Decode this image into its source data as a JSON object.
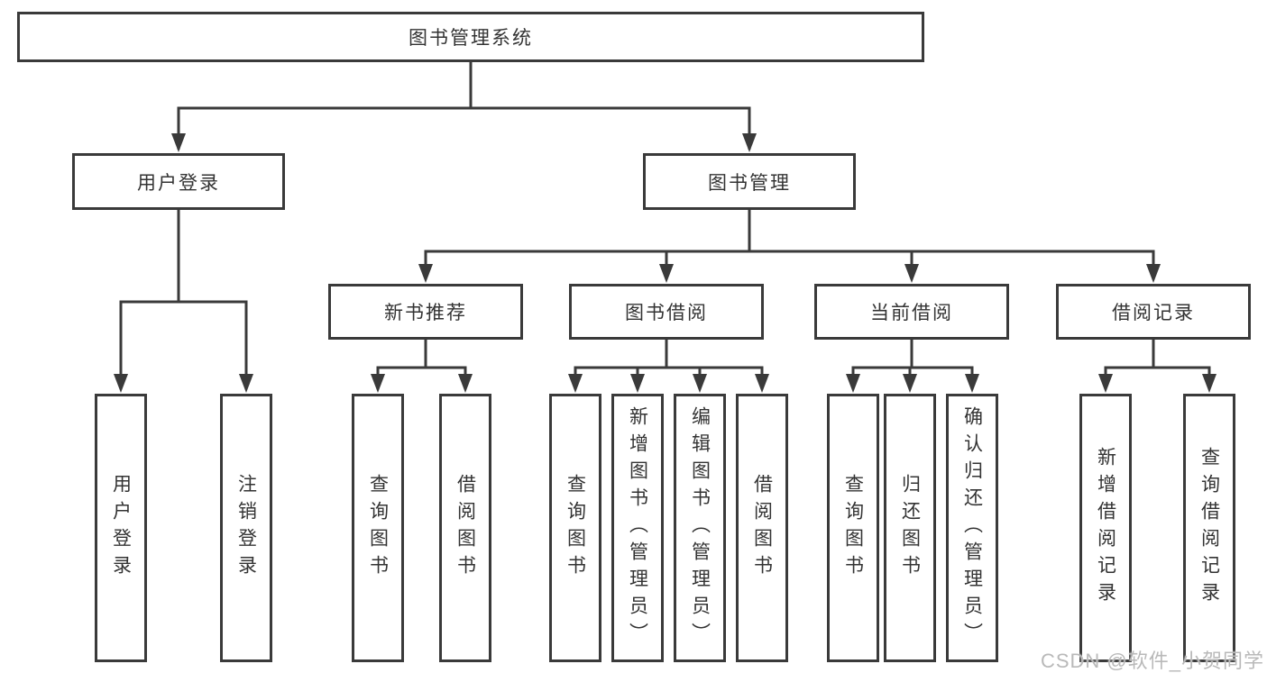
{
  "diagram": {
    "root": {
      "label": "图书管理系统"
    },
    "level2": [
      {
        "label": "用户登录"
      },
      {
        "label": "图书管理"
      }
    ],
    "level3": [
      {
        "label": "新书推荐"
      },
      {
        "label": "图书借阅"
      },
      {
        "label": "当前借阅"
      },
      {
        "label": "借阅记录"
      }
    ],
    "leaves": [
      {
        "label": "用户登录"
      },
      {
        "label": "注销登录"
      },
      {
        "label": "查询图书"
      },
      {
        "label": "借阅图书"
      },
      {
        "label": "查询图书"
      },
      {
        "label": "新增图书（管理员）"
      },
      {
        "label": "编辑图书（管理员）"
      },
      {
        "label": "借阅图书"
      },
      {
        "label": "查询图书"
      },
      {
        "label": "归还图书"
      },
      {
        "label": "确认归还（管理员）"
      },
      {
        "label": "新增借阅记录"
      },
      {
        "label": "查询借阅记录"
      }
    ]
  },
  "watermark": {
    "text": "CSDN @软件_小贺同学"
  },
  "colors": {
    "line": "#3a3a3a",
    "text": "#333333",
    "background": "#ffffff",
    "watermark": "#b9b9b9"
  }
}
